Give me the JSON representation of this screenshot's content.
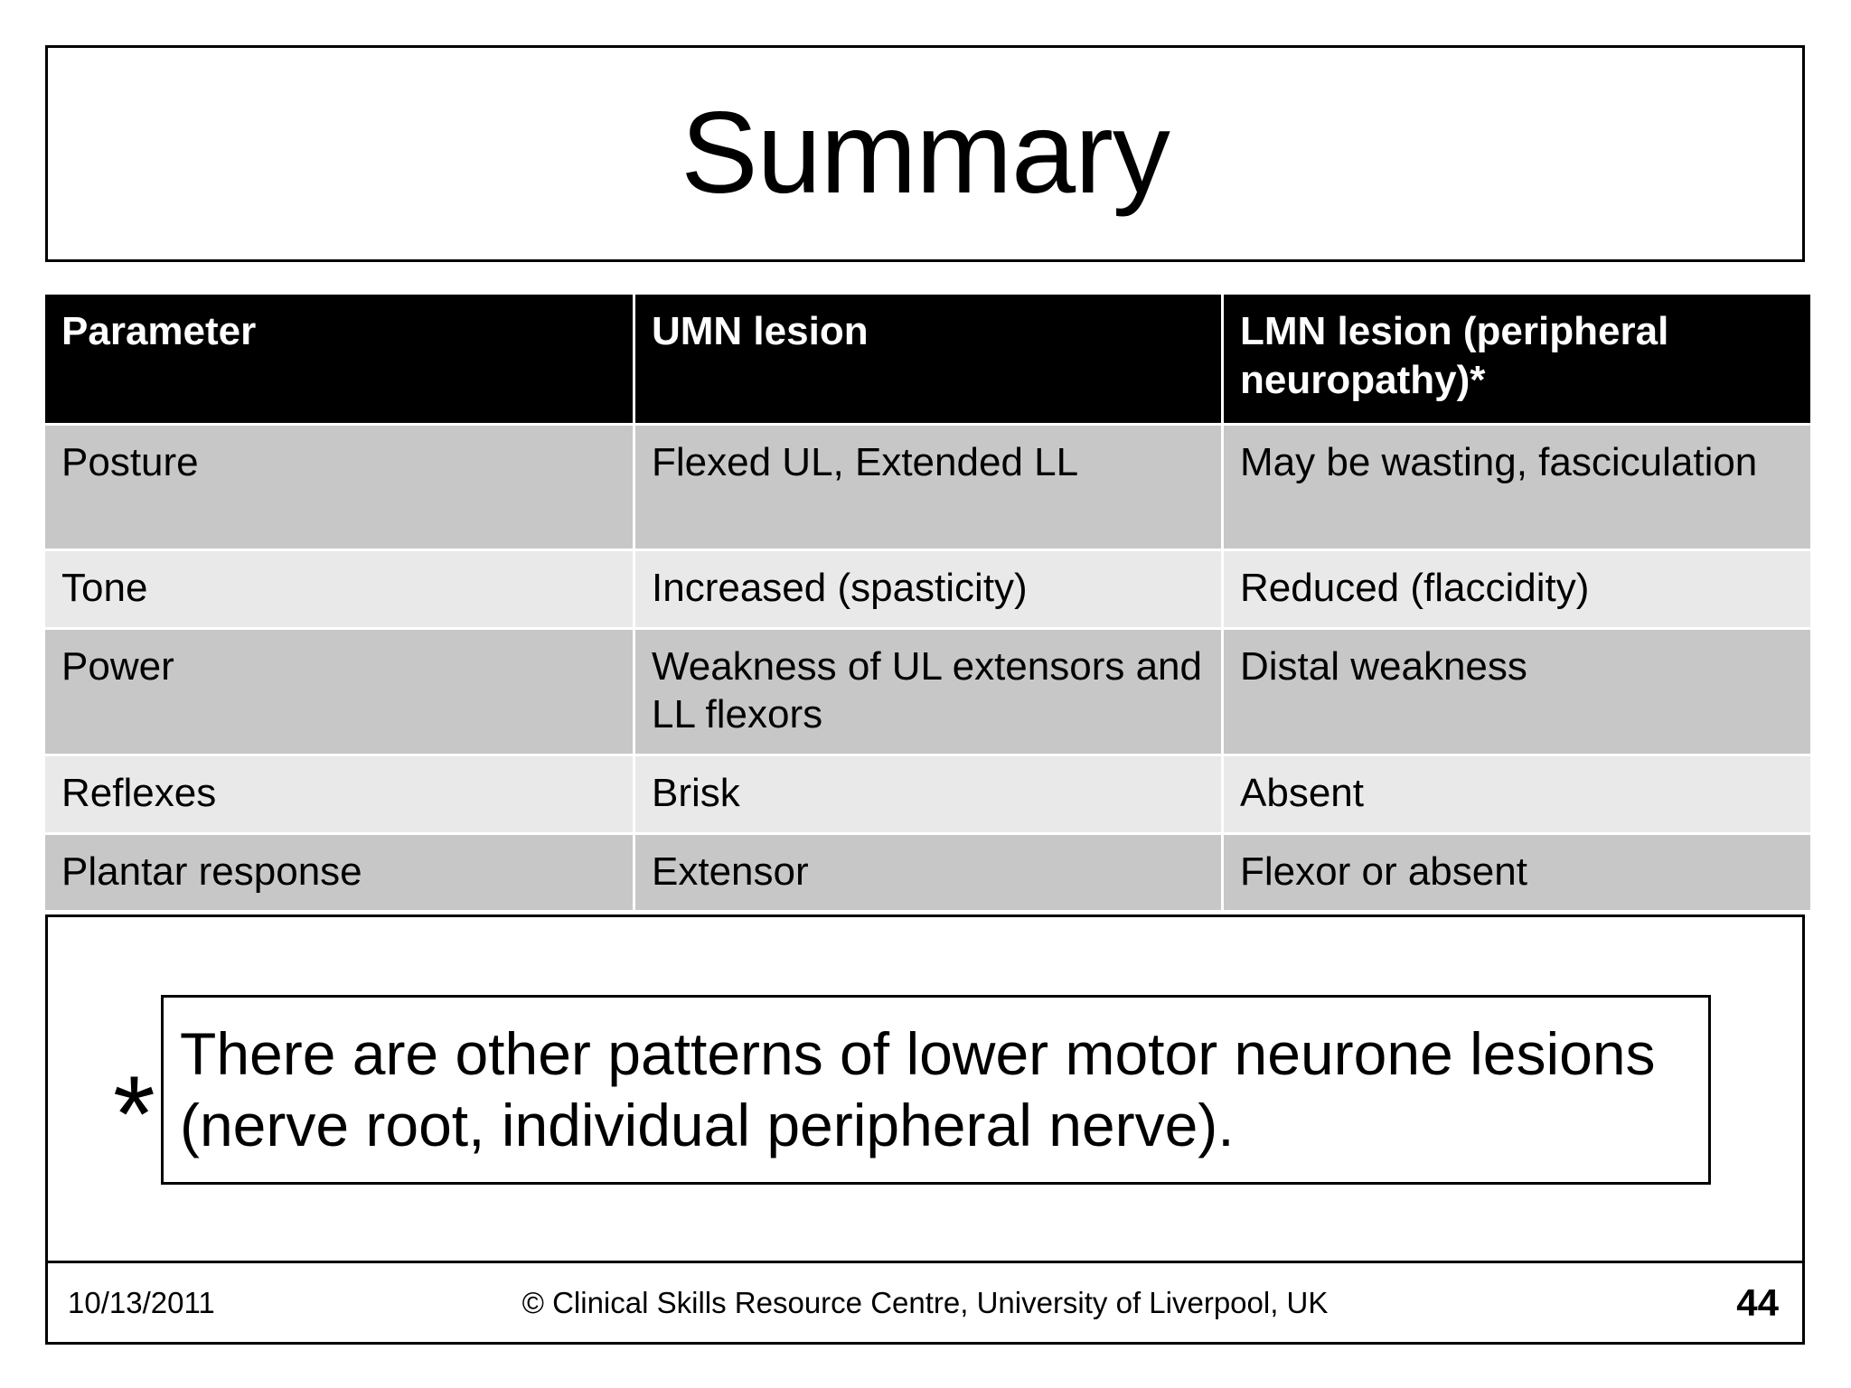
{
  "slide": {
    "title": "Summary",
    "page_number": "44"
  },
  "table": {
    "columns": [
      "Parameter",
      "UMN lesion",
      "LMN lesion (peripheral neuropathy)*"
    ],
    "rows": [
      {
        "parameter": "Posture",
        "umn": "Flexed UL, Extended LL",
        "lmn": "May be wasting, fasciculation"
      },
      {
        "parameter": "Tone",
        "umn": "Increased (spasticity)",
        "lmn": "Reduced (flaccidity)"
      },
      {
        "parameter": "Power",
        "umn": "Weakness of UL extensors and LL flexors",
        "lmn": "Distal weakness"
      },
      {
        "parameter": "Reflexes",
        "umn": "Brisk",
        "lmn": "Absent"
      },
      {
        "parameter": "Plantar response",
        "umn": "Extensor",
        "lmn": "Flexor or absent"
      }
    ]
  },
  "note": {
    "marker": "*",
    "text": "There are other patterns of lower motor neurone lesions (nerve root, individual peripheral nerve)."
  },
  "footer": {
    "date": "10/13/2011",
    "copyright": "© Clinical Skills Resource Centre, University of Liverpool, UK",
    "page": "44"
  },
  "colors": {
    "header_bg": "#000000",
    "header_fg": "#ffffff",
    "row_dark": "#c7c7c7",
    "row_light": "#e9e9e9",
    "border": "#000000",
    "page_bg": "#ffffff"
  }
}
